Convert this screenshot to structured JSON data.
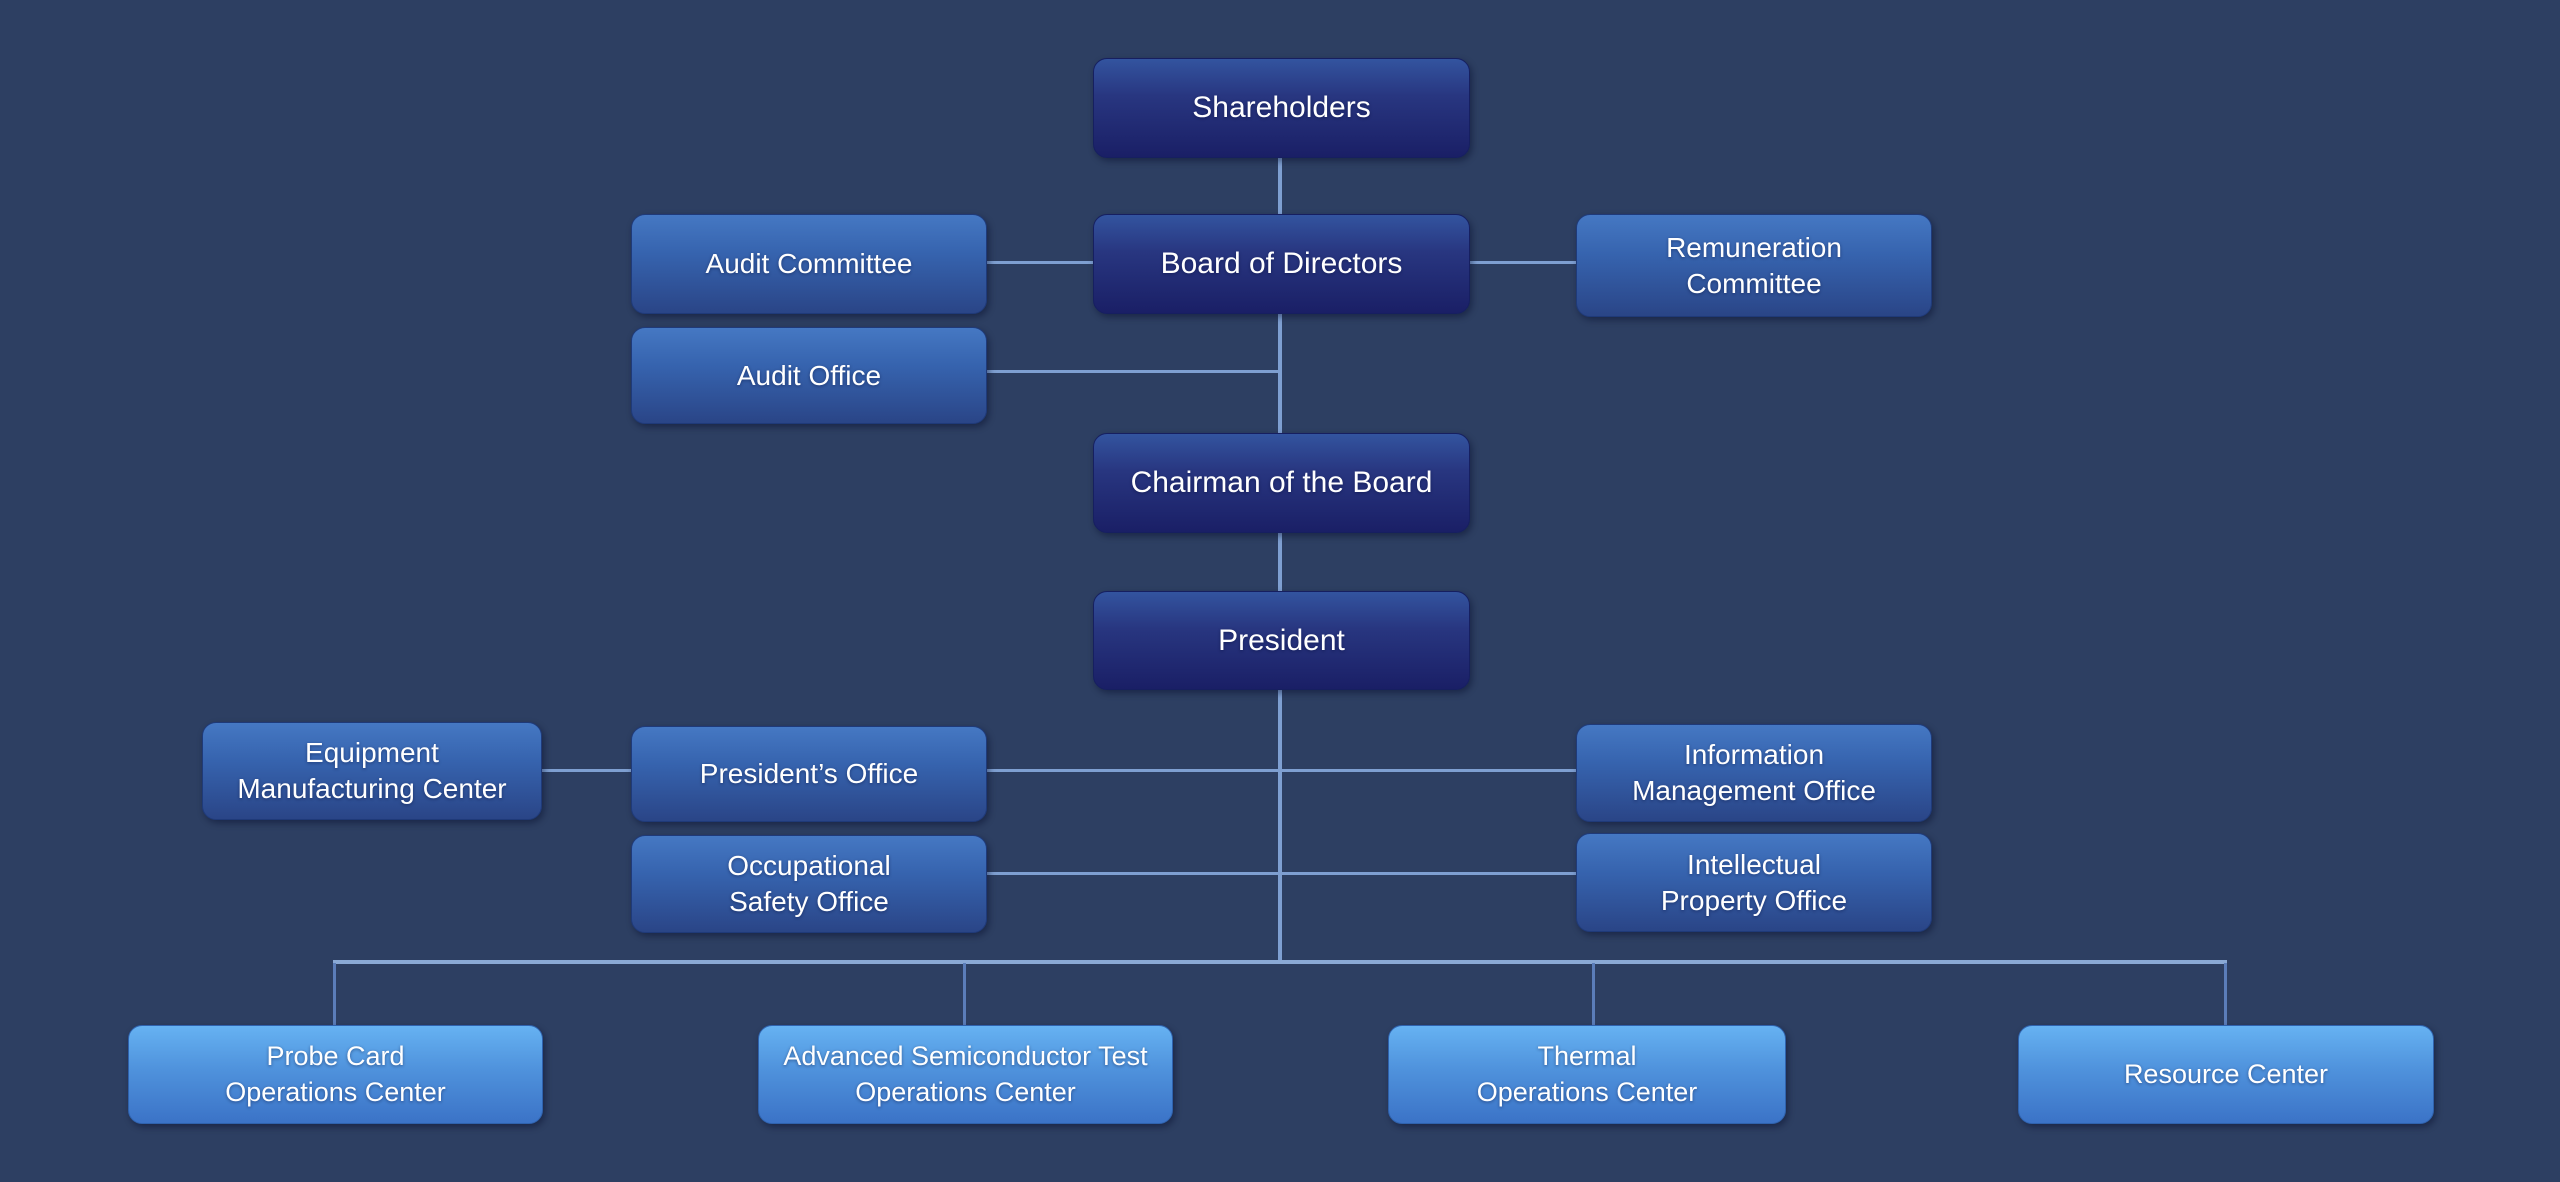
{
  "diagram": {
    "type": "org-chart",
    "palette": {
      "background": "#2d3f62",
      "connector_line": "#7e9fd1",
      "connector_drop_line": "#5b7db9",
      "tier_dark_top": "#33549f",
      "tier_dark_bottom": "#1a1f66",
      "tier_medium_top": "#4578c3",
      "tier_medium_bottom": "#2a4587",
      "tier_light_top": "#66b2f2",
      "tier_light_bottom": "#3b73c7",
      "text_color": "#ffffff"
    }
  },
  "nodes": {
    "shareholders": {
      "label": "Shareholders",
      "tier": "dark"
    },
    "audit_committee": {
      "label": "Audit Committee",
      "tier": "medium"
    },
    "board_of_directors": {
      "label": "Board of Directors",
      "tier": "dark"
    },
    "remuneration_committee": {
      "label": "Remuneration\nCommittee",
      "tier": "medium"
    },
    "audit_office": {
      "label": "Audit Office",
      "tier": "medium"
    },
    "chairman_of_the_board": {
      "label": "Chairman of the Board",
      "tier": "dark"
    },
    "president": {
      "label": "President",
      "tier": "dark"
    },
    "equipment_manufacturing_center": {
      "label": "Equipment\nManufacturing Center",
      "tier": "medium"
    },
    "presidents_office": {
      "label": "President’s Office",
      "tier": "medium"
    },
    "occupational_safety_office": {
      "label": "Occupational\nSafety Office",
      "tier": "medium"
    },
    "information_management_office": {
      "label": "Information\nManagement Office",
      "tier": "medium"
    },
    "intellectual_property_office": {
      "label": "Intellectual\nProperty Office",
      "tier": "medium"
    },
    "probe_card_operations_center": {
      "label": "Probe Card\nOperations Center",
      "tier": "light"
    },
    "advanced_semiconductor_test_operations_center": {
      "label": "Advanced Semiconductor Test\nOperations Center",
      "tier": "light"
    },
    "thermal_operations_center": {
      "label": "Thermal\nOperations Center",
      "tier": "light"
    },
    "resource_center": {
      "label": "Resource Center",
      "tier": "light"
    }
  },
  "edges": [
    {
      "from": "shareholders",
      "to": "board_of_directors"
    },
    {
      "from": "board_of_directors",
      "to": "audit_committee"
    },
    {
      "from": "board_of_directors",
      "to": "remuneration_committee"
    },
    {
      "from": "board_of_directors",
      "to": "audit_office"
    },
    {
      "from": "board_of_directors",
      "to": "chairman_of_the_board"
    },
    {
      "from": "chairman_of_the_board",
      "to": "president"
    },
    {
      "from": "president",
      "to": "presidents_office"
    },
    {
      "from": "presidents_office",
      "to": "equipment_manufacturing_center"
    },
    {
      "from": "president",
      "to": "information_management_office"
    },
    {
      "from": "president",
      "to": "occupational_safety_office"
    },
    {
      "from": "president",
      "to": "intellectual_property_office"
    },
    {
      "from": "president",
      "to": "probe_card_operations_center"
    },
    {
      "from": "president",
      "to": "advanced_semiconductor_test_operations_center"
    },
    {
      "from": "president",
      "to": "thermal_operations_center"
    },
    {
      "from": "president",
      "to": "resource_center"
    }
  ]
}
